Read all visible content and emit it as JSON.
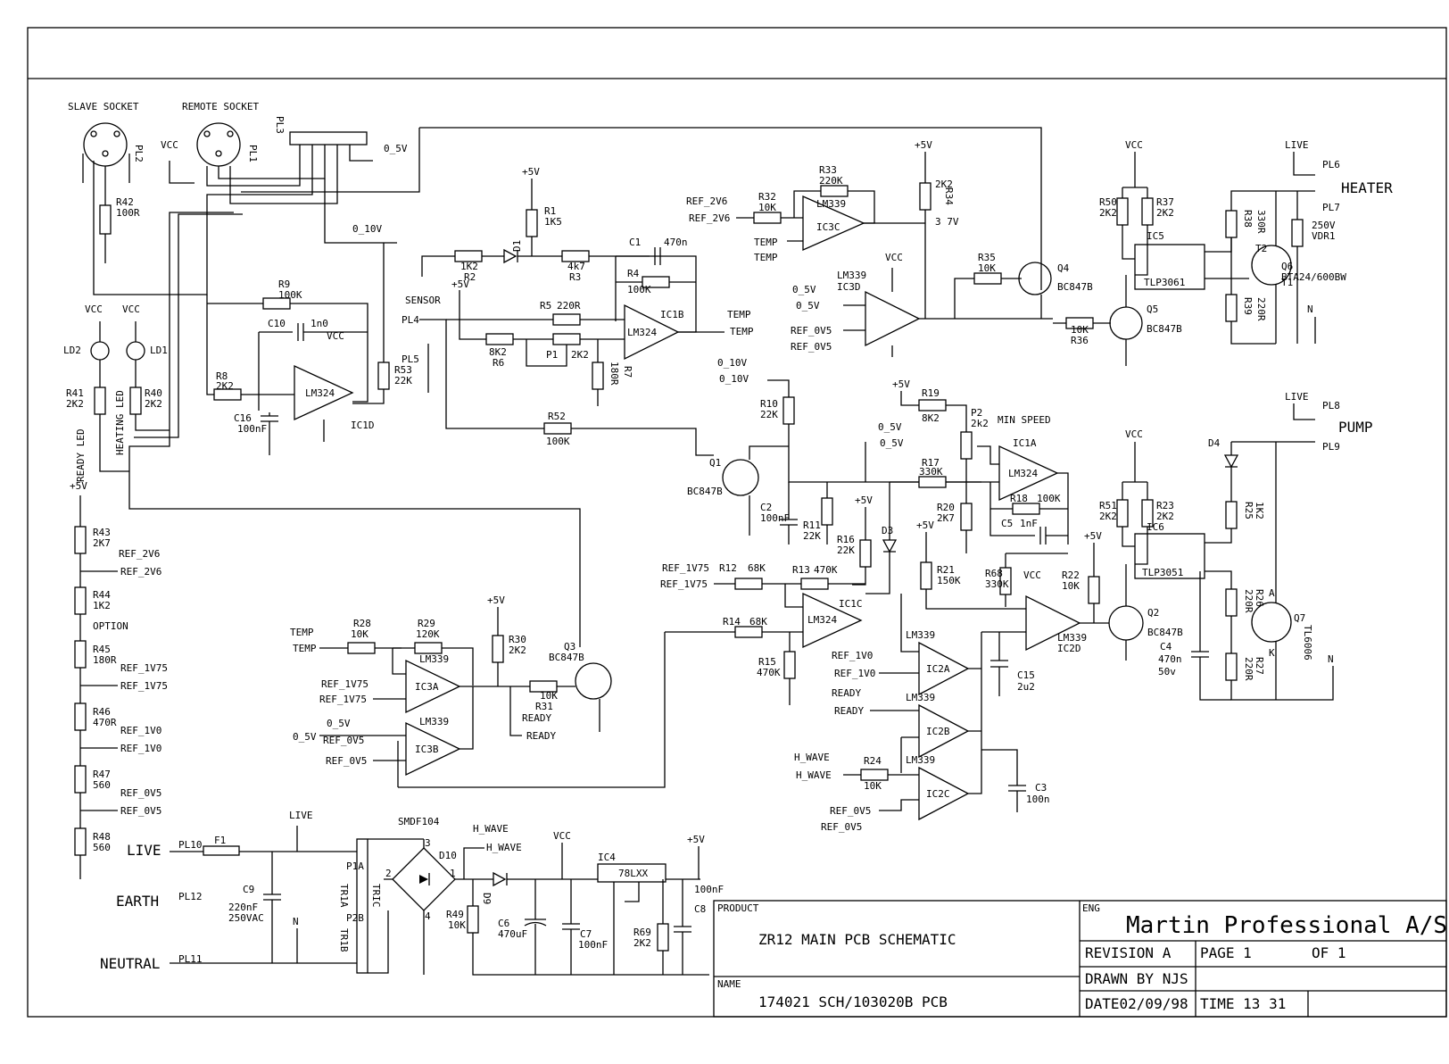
{
  "title_block": {
    "product_label": "PRODUCT",
    "product": "ZR12 MAIN PCB SCHEMATIC",
    "name_label": "NAME",
    "name": "174021 SCH/103020B PCB",
    "eng_label": "ENG",
    "company": "Martin Professional A/S",
    "revision": "REVISION A",
    "page": "PAGE 1",
    "of": "OF 1",
    "drawn_by": "DRAWN BY NJS",
    "date": "DATE02/09/98",
    "time": "TIME 13 31"
  },
  "connectors": {
    "slave_socket": "SLAVE SOCKET",
    "remote_socket": "REMOTE SOCKET",
    "pl1": "PL1",
    "pl2": "PL2",
    "pl3": "PL3",
    "pl4": "PL4",
    "pl5": "PL5",
    "pl6": "PL6",
    "pl7": "PL7",
    "pl8": "PL8",
    "pl9": "PL9",
    "pl10": "PL10",
    "pl11": "PL11",
    "pl12": "PL12",
    "heater": "HEATER",
    "pump": "PUMP",
    "sensor": "SENSOR",
    "live": "LIVE",
    "earth": "EARTH",
    "neutral": "NEUTRAL"
  },
  "nets": {
    "vcc": "VCC",
    "p5v": "+5V",
    "v0_5": "0_5V",
    "v0_10": "0_10V",
    "ref_2v6": "REF_2V6",
    "ref_1v75": "REF_1V75",
    "ref_1v0": "REF_1V0",
    "ref_0v5": "REF_0V5",
    "temp": "TEMP",
    "ready": "READY",
    "h_wave": "H_WAVE",
    "live": "LIVE",
    "n": "N",
    "ready_led": "READY LED",
    "heating_led": "HEATING LED",
    "option": "OPTION",
    "min_speed": "MIN SPEED",
    "v37": "3 7V",
    "smdf": "SMDF104"
  },
  "ics": {
    "ic1a": "IC1A",
    "ic1b": "IC1B",
    "ic1c": "IC1C",
    "ic1d": "IC1D",
    "ic2a": "IC2A",
    "ic2b": "IC2B",
    "ic2c": "IC2C",
    "ic2d": "IC2D",
    "ic3a": "IC3A",
    "ic3b": "IC3B",
    "ic3c": "IC3C",
    "ic3d": "IC3D",
    "ic4": "IC4",
    "ic5": "IC5",
    "ic6": "IC6",
    "lm324": "LM324",
    "lm339": "LM339",
    "reg": "78LXX",
    "tlp3061": "TLP3061",
    "tlp3051": "TLP3051",
    "bc847b": "BC847B",
    "bta": "BTA24/600BW",
    "tl6006": "TL6006",
    "tric": "TRIC"
  },
  "parts": {
    "q1": "Q1",
    "q2": "Q2",
    "q3": "Q3",
    "q4": "Q4",
    "q5": "Q5",
    "q6": "Q6",
    "q7": "Q7",
    "r42": "R42",
    "r42v": "100R",
    "r9": "R9",
    "r9v": "100K",
    "r8": "R8",
    "r8v": "2K2",
    "r53": "R53",
    "r53v": "22K",
    "r40": "R40",
    "r40v": "2K2",
    "r41": "R41",
    "r41v": "2K2",
    "r1": "R1",
    "r1v": "1K5",
    "r2": "R2",
    "r2v": "1K2",
    "r3": "R3",
    "r3v": "4k7",
    "r4": "R4",
    "r4v": "100K",
    "r5": "R5",
    "r5v": "220R",
    "r6": "R6",
    "r6v": "8K2",
    "r7": "R7",
    "r7v": "180R",
    "p1": "P1",
    "p1v": "2K2",
    "r32": "R32",
    "r32v": "10K",
    "r33": "R33",
    "r33v": "220K",
    "r34": "R34",
    "r34v": "2K2",
    "r35": "R35",
    "r35v": "10K",
    "r36": "R36",
    "r36v": "10K",
    "r37": "R37",
    "r37v": "2K2",
    "r50": "R50",
    "r50v": "2K2",
    "r38": "R38",
    "r38v": "330R",
    "r39": "R39",
    "r39v": "220R",
    "r52": "R52",
    "r52v": "100K",
    "r10": "R10",
    "r10v": "22K",
    "r11": "R11",
    "r11v": "22K",
    "r16": "R16",
    "r16v": "22K",
    "r19": "R19",
    "r19v": "8K2",
    "p2": "P2",
    "p2v": "2k2",
    "r17": "R17",
    "r17v": "330K",
    "r18": "R18",
    "r18v": "100K",
    "r20": "R20",
    "r20v": "2K7",
    "r12": "R12",
    "r12v": "68K",
    "r13": "R13",
    "r13v": "470K",
    "r14": "R14",
    "r14v": "68K",
    "r15": "R15",
    "r15v": "470K",
    "r21": "R21",
    "r21v": "150K",
    "r68": "R68",
    "r68v": "330K",
    "r22": "R22",
    "r22v": "10K",
    "r23": "R23",
    "r23v": "2K2",
    "r51": "R51",
    "r51v": "2K2",
    "r25": "R25",
    "r25v": "1K2",
    "r26": "R26",
    "r26v": "220R",
    "r27": "R27",
    "r27v": "220R",
    "r24": "R24",
    "r24v": "10K",
    "r28": "R28",
    "r28v": "10K",
    "r29": "R29",
    "r29v": "120K",
    "r30": "R30",
    "r30v": "2K2",
    "r31": "R31",
    "r31v": "10K",
    "r43": "R43",
    "r43v": "2K7",
    "r44": "R44",
    "r44v": "1K2",
    "r45": "R45",
    "r45v": "180R",
    "r46": "R46",
    "r46v": "470R",
    "r47": "R47",
    "r47v": "560",
    "r48": "R48",
    "r48v": "560",
    "r49": "R49",
    "r49v": "10K",
    "r69": "R69",
    "r69v": "2K2",
    "c1": "C1",
    "c1v": "470n",
    "c10": "C10",
    "c10v": "1n0",
    "c16": "C16",
    "c16v": "100nF",
    "c2": "C2",
    "c2v": "100nF",
    "c5": "C5",
    "c5v": "1nF",
    "c15": "C15",
    "c15v": "2u2",
    "c3": "C3",
    "c3v": "100n",
    "c4": "C4",
    "c4v": "470n",
    "c4v2": "50v",
    "c9": "C9",
    "c9v": "220nF",
    "c9v2": "250VAC",
    "c6": "C6",
    "c6v": "470uF",
    "c7": "C7",
    "c7v": "100nF",
    "c8": "C8",
    "c8v": "100nF",
    "d1": "D1",
    "d3": "D3",
    "d4": "D4",
    "d9": "D9",
    "d10": "D10",
    "ld1": "LD1",
    "ld2": "LD2",
    "f1": "F1",
    "t1": "T1",
    "t2": "T2",
    "vdr": "VDR1",
    "vdrv": "250V",
    "p1a": "P1A",
    "p2b": "P2B",
    "tr1a": "TR1A",
    "tr1b": "TR1B"
  }
}
